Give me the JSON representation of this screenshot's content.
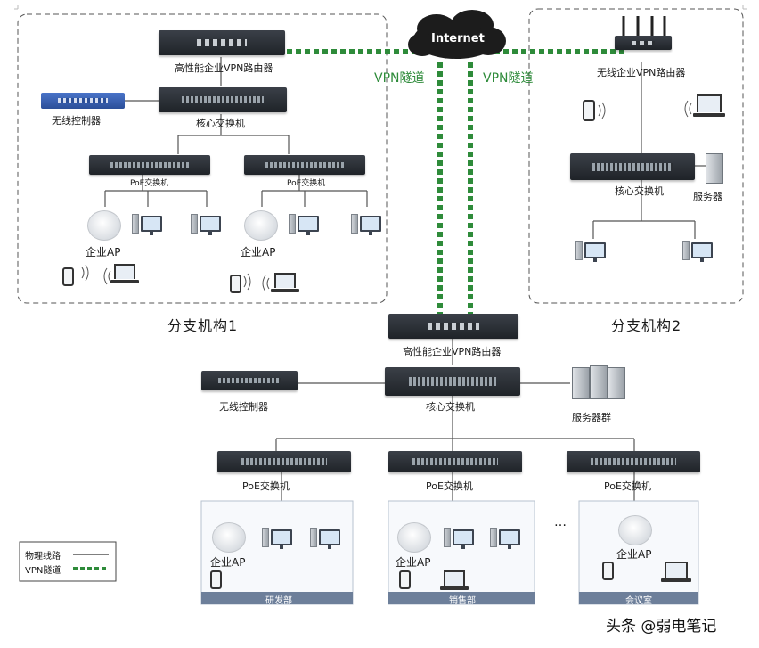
{
  "internet": {
    "label": "Internet"
  },
  "vpn_tunnel_labels": [
    "VPN隧道",
    "VPN隧道"
  ],
  "branch1": {
    "title": "分支机构1",
    "router": "高性能企业VPN路由器",
    "core_switch": "核心交换机",
    "wireless_controller": "无线控制器",
    "poe_switches": [
      "PoE交换机",
      "PoE交换机"
    ],
    "aps": [
      "企业AP",
      "企业AP"
    ]
  },
  "branch2": {
    "title": "分支机构2",
    "router": "无线企业VPN路由器",
    "core_switch": "核心交换机",
    "server": "服务器"
  },
  "hq": {
    "router": "高性能企业VPN路由器",
    "core_switch": "核心交换机",
    "wireless_controller": "无线控制器",
    "server_cluster": "服务器群",
    "poe_switches": [
      "PoE交换机",
      "PoE交换机",
      "PoE交换机"
    ],
    "aps": [
      "企业AP",
      "企业AP",
      "企业AP"
    ],
    "ellipsis": "…",
    "departments": [
      "研发部",
      "销售部",
      "会议室"
    ]
  },
  "legend": {
    "physical": "物理线路",
    "vpn": "VPN隧道"
  },
  "watermark": "头条 @弱电笔记",
  "colors": {
    "vpn": "#2e8b3a",
    "line": "#555555",
    "dept_bar": "#6d7f9a"
  }
}
